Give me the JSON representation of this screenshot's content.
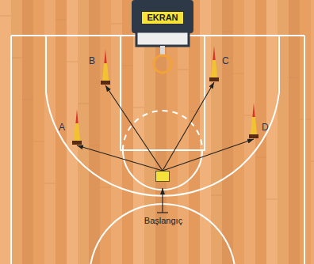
{
  "diagram": {
    "nodes": [
      {
        "text": [
          "EKRAN"
        ]
      },
      {
        "text": [
          "B"
        ]
      },
      {
        "text": [
          "C"
        ]
      },
      {
        "text": [
          "A"
        ]
      },
      {
        "text": [
          "D"
        ]
      },
      {
        "text": [
          "Başlangıç"
        ]
      }
    ],
    "edges": [
      {
        "from": 5,
        "to": 3,
        "arrow": "to"
      },
      {
        "from": 5,
        "to": 1,
        "arrow": "to"
      },
      {
        "from": 5,
        "to": 2,
        "arrow": "to"
      },
      {
        "from": 5,
        "to": 4,
        "arrow": "to"
      }
    ]
  }
}
